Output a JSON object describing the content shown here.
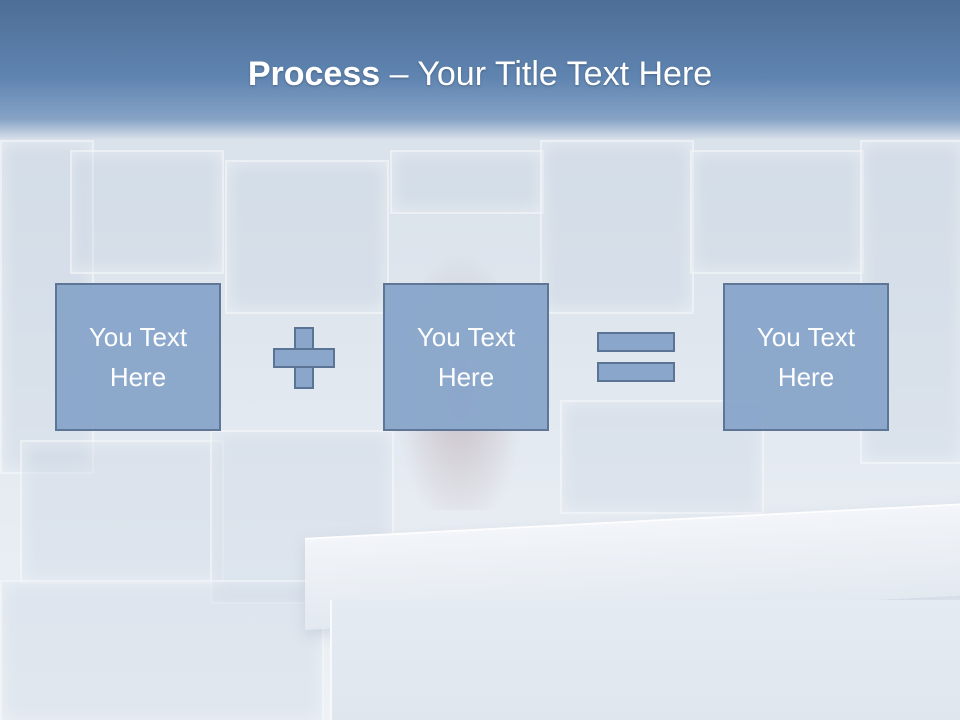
{
  "slide": {
    "title_bold": "Process",
    "title_rest": " – Your Title Text Here",
    "boxes": [
      {
        "line1": "You Text",
        "line2": "Here"
      },
      {
        "line1": "You Text",
        "line2": "Here"
      },
      {
        "line1": "You Text",
        "line2": "Here"
      }
    ],
    "operators": [
      "plus-icon",
      "equals-icon"
    ]
  },
  "colors": {
    "title_band": "#5f84b0",
    "box_fill": "#8aa7cb",
    "box_border": "#5b7394",
    "text": "#ffffff"
  }
}
